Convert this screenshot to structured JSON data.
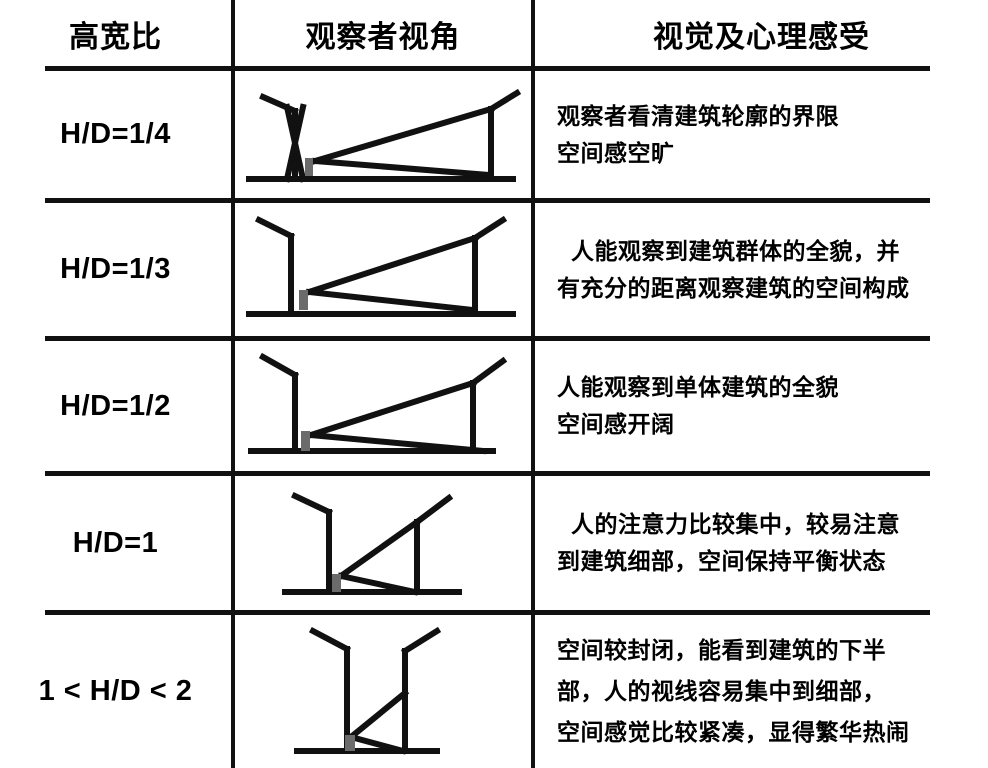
{
  "header": {
    "columns": [
      {
        "label": "高宽比"
      },
      {
        "label": "观察者视角"
      },
      {
        "label": "视觉及心理感受"
      }
    ]
  },
  "rows": [
    {
      "ratio": "H/D=1/4",
      "diagram_name": "observer-view-angle-diagram-h-d-1-4",
      "lines": [
        "观察者看清建筑轮廓的界限",
        "空间感空旷"
      ]
    },
    {
      "ratio": "H/D=1/3",
      "diagram_name": "observer-view-angle-diagram-h-d-1-3",
      "lines": [
        "人能观察到建筑群体的全貌，并",
        "有充分的距离观察建筑的空间构成"
      ]
    },
    {
      "ratio": "H/D=1/2",
      "diagram_name": "observer-view-angle-diagram-h-d-1-2",
      "lines": [
        "人能观察到单体建筑的全貌",
        "空间感开阔"
      ]
    },
    {
      "ratio": "H/D=1",
      "diagram_name": "observer-view-angle-diagram-h-d-1",
      "lines": [
        "人的注意力比较集中，较易注意",
        "到建筑细部，空间保持平衡状态"
      ]
    },
    {
      "ratio": "1 < H/D < 2",
      "diagram_name": "observer-view-angle-diagram-h-d-1-to-2",
      "lines": [
        "空间较封闭，能看到建筑的下半",
        "部，人的视线容易集中到细部，",
        "空间感觉比较紧凑，显得繁华热闹"
      ]
    }
  ],
  "colors": {
    "ink": "#111111",
    "background": "#ffffff",
    "figure": "#6b6b6b"
  }
}
